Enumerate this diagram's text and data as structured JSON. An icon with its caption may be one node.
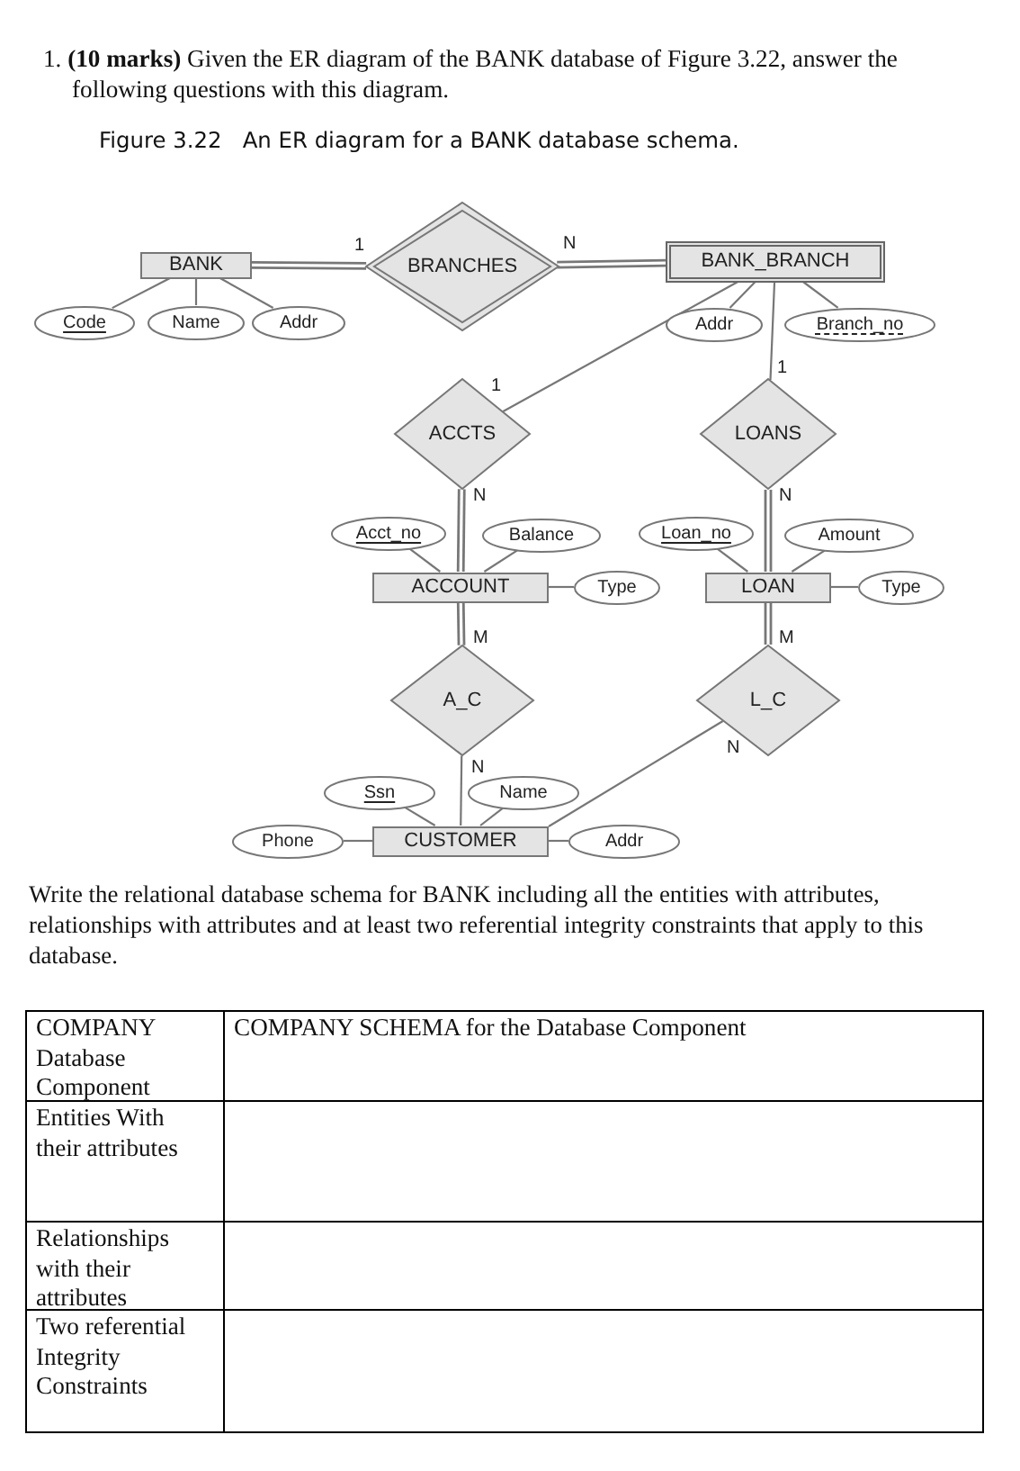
{
  "diagram": {
    "title": "1. **(10 marks)** Given the ER diagram of the BANK database of Figure 3.22, answer the following questions with this diagram.",
    "nodes": [
      {
        "text": [
          "BANK"
        ]
      },
      {
        "text": [
          "Code"
        ]
      },
      {
        "text": [
          "Name"
        ]
      },
      {
        "text": [
          "Addr"
        ]
      },
      {
        "text": [
          "BRANCHES"
        ]
      },
      {
        "text": [
          "BANK_BRANCH"
        ]
      },
      {
        "text": [
          "Addr"
        ]
      },
      {
        "text": [
          "Branch_no"
        ]
      },
      {
        "text": [
          "ACCTS"
        ]
      },
      {
        "text": [
          "LOANS"
        ]
      },
      {
        "text": [
          "Acct_no"
        ]
      },
      {
        "text": [
          "Balance"
        ]
      },
      {
        "text": [
          "Loan_no"
        ]
      },
      {
        "text": [
          "Amount"
        ]
      },
      {
        "text": [
          "ACCOUNT"
        ]
      },
      {
        "text": [
          "Type"
        ]
      },
      {
        "text": [
          "LOAN"
        ]
      },
      {
        "text": [
          "Type"
        ]
      },
      {
        "text": [
          "A_C"
        ]
      },
      {
        "text": [
          "L_C"
        ]
      },
      {
        "text": [
          "Ssn"
        ]
      },
      {
        "text": [
          "Name"
        ]
      },
      {
        "text": [
          "Phone"
        ]
      },
      {
        "text": [
          "CUSTOMER"
        ]
      },
      {
        "text": [
          "Addr"
        ]
      }
    ],
    "edges": [
      {
        "from": 0,
        "to": 4,
        "arrow": "none",
        "label": "1",
        "style": "thick"
      },
      {
        "from": 4,
        "to": 5,
        "arrow": "none",
        "label": "N",
        "style": "thick"
      },
      {
        "from": 0,
        "to": 1,
        "arrow": "none"
      },
      {
        "from": 0,
        "to": 2,
        "arrow": "none"
      },
      {
        "from": 0,
        "to": 3,
        "arrow": "none"
      },
      {
        "from": 5,
        "to": 6,
        "arrow": "none"
      },
      {
        "from": 5,
        "to": 7,
        "arrow": "none"
      },
      {
        "from": 5,
        "to": 8,
        "arrow": "none",
        "label": "1"
      },
      {
        "from": 5,
        "to": 9,
        "arrow": "none",
        "label": "1"
      },
      {
        "from": 8,
        "to": 14,
        "arrow": "none",
        "label": "N",
        "style": "thick"
      },
      {
        "from": 9,
        "to": 16,
        "arrow": "none",
        "label": "N",
        "style": "thick"
      },
      {
        "from": 14,
        "to": 10,
        "arrow": "none"
      },
      {
        "from": 14,
        "to": 11,
        "arrow": "none"
      },
      {
        "from": 14,
        "to": 15,
        "arrow": "none"
      },
      {
        "from": 16,
        "to": 12,
        "arrow": "none"
      },
      {
        "from": 16,
        "to": 13,
        "arrow": "none"
      },
      {
        "from": 16,
        "to": 17,
        "arrow": "none"
      },
      {
        "from": 14,
        "to": 18,
        "arrow": "none",
        "label": "M",
        "style": "thick"
      },
      {
        "from": 16,
        "to": 19,
        "arrow": "none",
        "label": "M",
        "style": "thick"
      },
      {
        "from": 18,
        "to": 23,
        "arrow": "none",
        "label": "N"
      },
      {
        "from": 19,
        "to": 23,
        "arrow": "none",
        "label": "N"
      },
      {
        "from": 23,
        "to": 20,
        "arrow": "none"
      },
      {
        "from": 23,
        "to": 21,
        "arrow": "none"
      },
      {
        "from": 23,
        "to": 22,
        "arrow": "none"
      },
      {
        "from": 23,
        "to": 24,
        "arrow": "none"
      }
    ],
    "labels": [
      "Figure 3.22   An ER diagram for a BANK database schema.",
      "Write the relational database schema for BANK including all the entities with attributes, relationships with attributes and at least two referential integrity constraints that apply to this database.",
      "COMPANY Database Component",
      "COMPANY SCHEMA for the Database Component",
      "Entities With their attributes",
      "Relationships with their attributes",
      "Two referential Integrity Constraints"
    ]
  }
}
